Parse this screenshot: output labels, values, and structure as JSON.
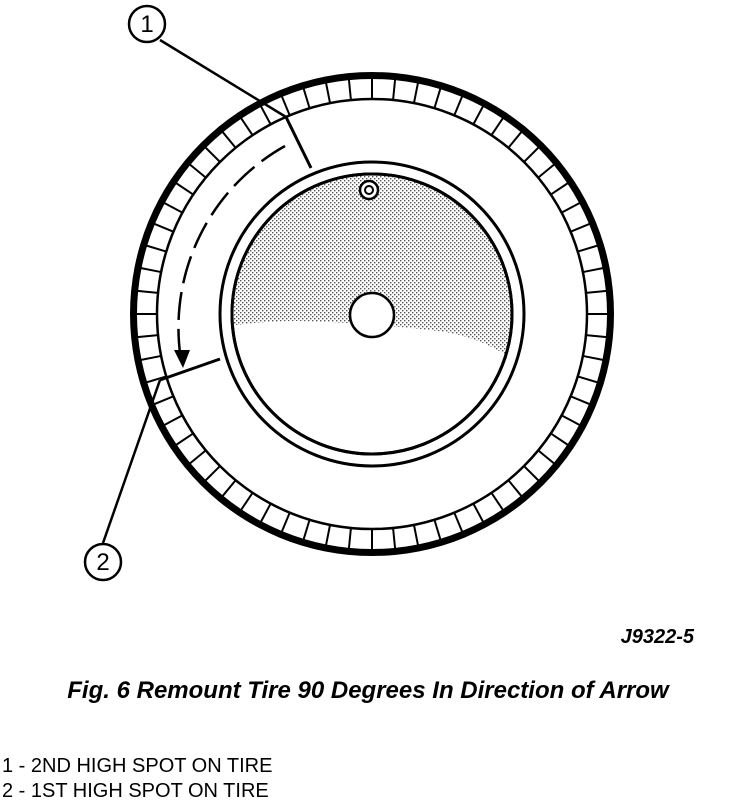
{
  "figure": {
    "callouts": [
      {
        "number": "1"
      },
      {
        "number": "2"
      }
    ],
    "drawing_id": "J9322-5",
    "caption": "Fig. 6 Remount Tire 90 Degrees In Direction of Arrow"
  },
  "legend": {
    "items": [
      {
        "text": "1 - 2ND HIGH SPOT ON TIRE"
      },
      {
        "text": "2 - 1ST HIGH SPOT ON TIRE"
      }
    ]
  }
}
